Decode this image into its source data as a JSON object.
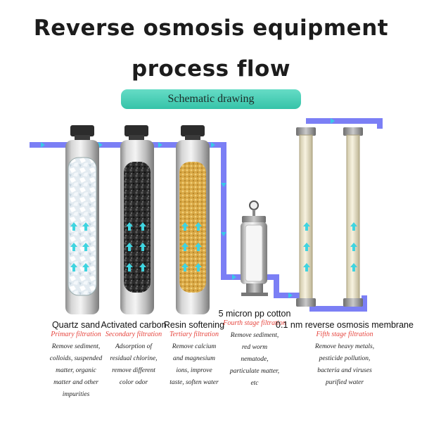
{
  "title_line1": "Reverse osmosis equipment",
  "title_line2": "process flow",
  "subtitle": "Schematic drawing",
  "colors": {
    "pipe": "#7b7ff5",
    "arrow": "#39c8e8",
    "badge": "#45c9b0",
    "stage_label": "#e6453e"
  },
  "stages": [
    {
      "name": "Quartz sand",
      "stage": "Primary filtration",
      "description": [
        "Remove sediment,",
        "colloids, suspended",
        "matter, organic",
        "matter and other",
        "impurities"
      ]
    },
    {
      "name": "Activated carbon",
      "stage": "Secondary filtration",
      "description": [
        "Adsorption of",
        "residual chlorine,",
        "remove different",
        "color odor"
      ]
    },
    {
      "name": "Resin softening",
      "stage": "Tertiary filtration",
      "description": [
        "Remove calcium",
        "and magnesium",
        "ions, improve",
        "taste, soften water"
      ]
    },
    {
      "name": "5 micron pp cotton",
      "stage": "Fourth stage filtration",
      "description": [
        "Remove sediment,",
        "red worm",
        "nematode,",
        "particulate matter,",
        "etc"
      ]
    },
    {
      "name": "0.1 nm reverse osmosis membrane",
      "stage": "Fifth stage filtration",
      "description": [
        "Remove heavy metals,",
        "pesticide pollution,",
        "bacteria and viruses",
        "purified water"
      ]
    }
  ]
}
